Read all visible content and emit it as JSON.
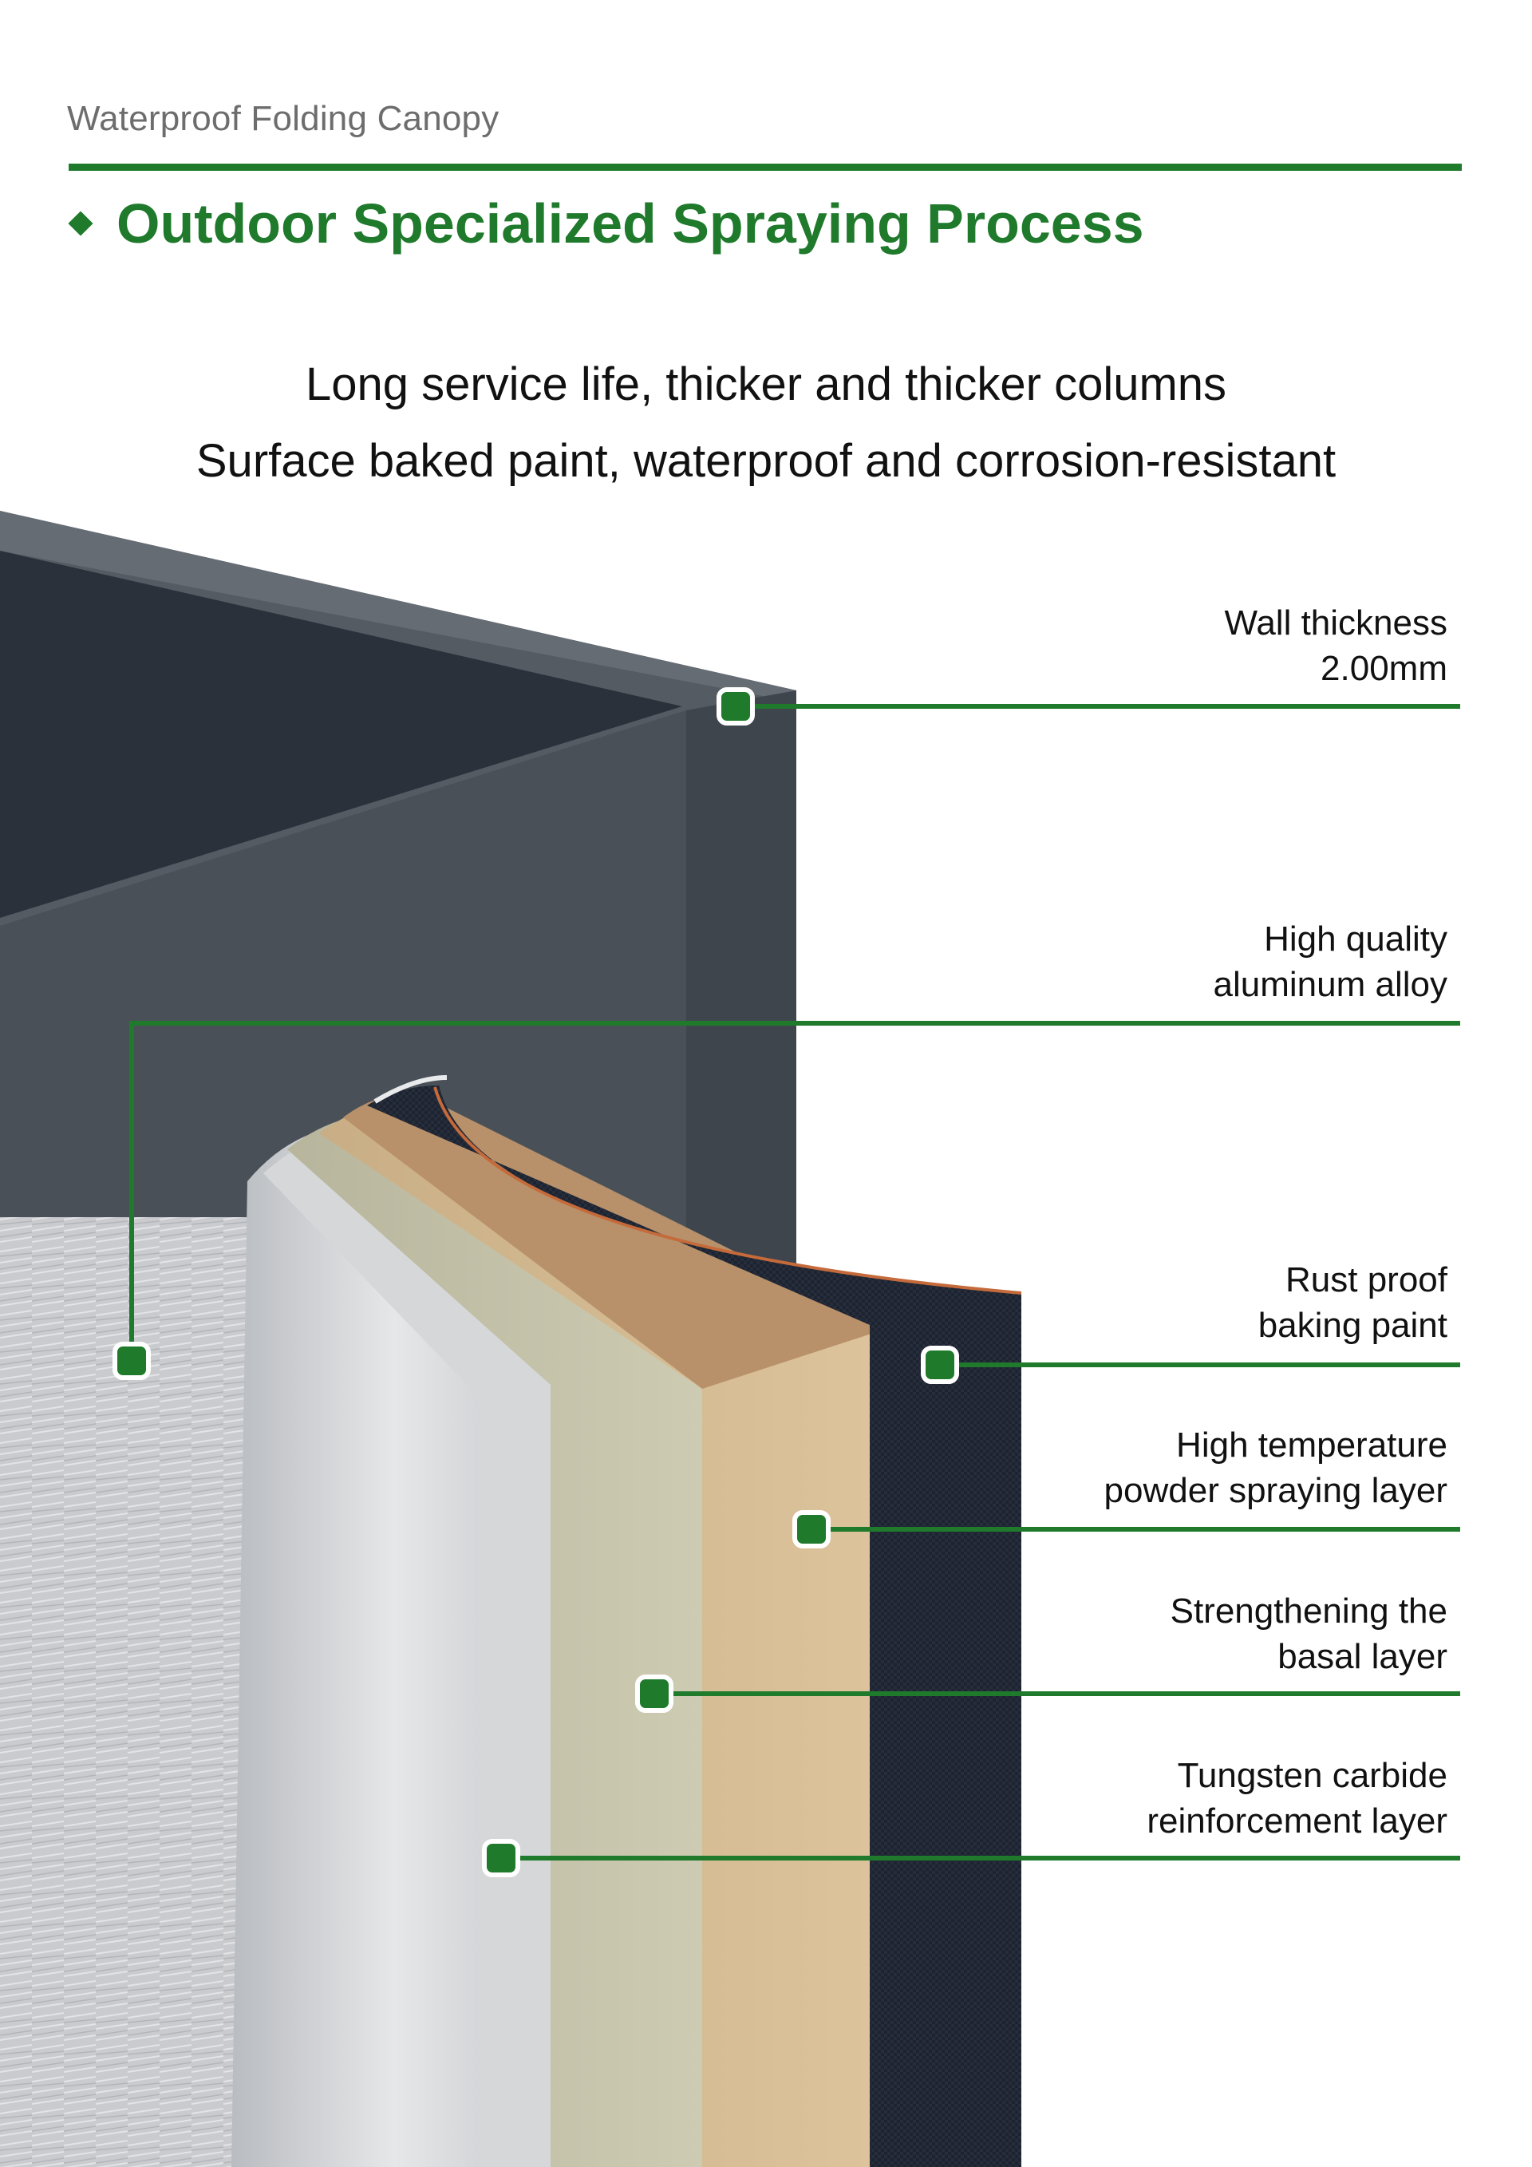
{
  "header": {
    "brand": "Waterproof Folding Canopy",
    "title": "Outdoor Specialized Spraying Process"
  },
  "subtitle": {
    "line1": "Long service life, thicker and thicker columns",
    "line2": "Surface baked paint, waterproof and corrosion-resistant"
  },
  "colors": {
    "accent": "#1f7a2c",
    "frame": "#4a5058",
    "frame_inner": "#2b313b",
    "text": "#111111"
  },
  "callouts": [
    {
      "line1": "Wall thickness",
      "line2": "2.00mm"
    },
    {
      "line1": "High quality",
      "line2": "aluminum alloy"
    },
    {
      "line1": "Rust proof",
      "line2": "baking paint"
    },
    {
      "line1": "High temperature",
      "line2": "powder spraying layer"
    },
    {
      "line1": "Strengthening the",
      "line2": "basal layer"
    },
    {
      "line1": "Tungsten carbide",
      "line2": "reinforcement layer"
    }
  ]
}
